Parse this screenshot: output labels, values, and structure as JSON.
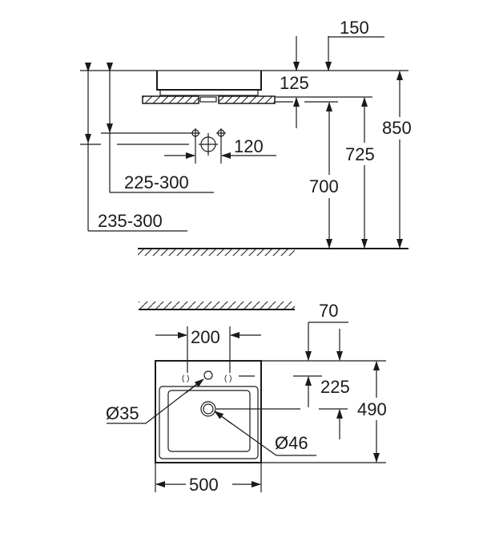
{
  "side_view": {
    "dims": {
      "d150": "150",
      "d125": "125",
      "d120": "120",
      "d850": "850",
      "d725": "725",
      "d700": "700",
      "d225_300": "225-300",
      "d235_300": "235-300"
    }
  },
  "top_view": {
    "dims": {
      "d200": "200",
      "d70": "70",
      "d225": "225",
      "d490": "490",
      "d500": "500",
      "tap_hole": "Ø35",
      "drain": "Ø46"
    }
  },
  "colors": {
    "line": "#1a1a1a",
    "background": "#ffffff"
  }
}
